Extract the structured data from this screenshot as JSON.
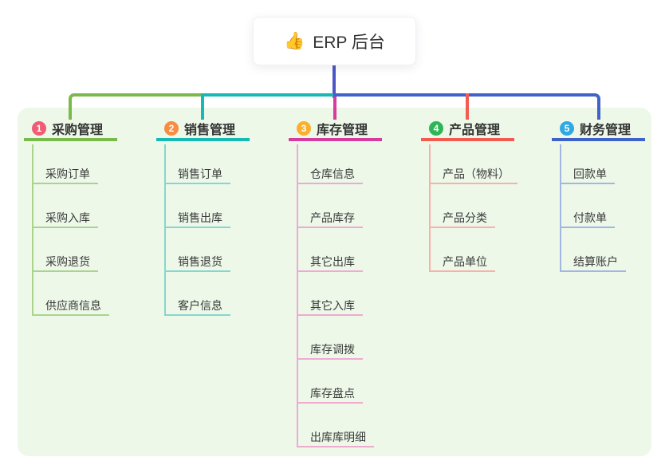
{
  "root": {
    "icon": "👍",
    "title": "ERP 后台"
  },
  "connectors": {
    "root_line_color": "#4c56c8"
  },
  "panel_color": "#edf8e9",
  "branches": [
    {
      "badge": "1",
      "title": "采购管理",
      "accent": "#7ab94c",
      "light": "#a9d48e",
      "badge_color": "#f25b74",
      "children": [
        "采购订单",
        "采购入库",
        "采购退货",
        "供应商信息"
      ]
    },
    {
      "badge": "2",
      "title": "销售管理",
      "accent": "#16b9b3",
      "light": "#84d6d0",
      "badge_color": "#f78c42",
      "children": [
        "销售订单",
        "销售出库",
        "销售退货",
        "客户信息"
      ]
    },
    {
      "badge": "3",
      "title": "库存管理",
      "accent": "#d63c9e",
      "light": "#efaad2",
      "badge_color": "#fbb02d",
      "children": [
        "仓库信息",
        "产品库存",
        "其它出库",
        "其它入库",
        "库存调拨",
        "库存盘点",
        "出库库明细"
      ]
    },
    {
      "badge": "4",
      "title": "产品管理",
      "accent": "#f35b51",
      "light": "#f9b0aa",
      "badge_color": "#2eb656",
      "children": [
        "产品（物料）",
        "产品分类",
        "产品单位"
      ]
    },
    {
      "badge": "5",
      "title": "财务管理",
      "accent": "#3f63c8",
      "light": "#a3b6e2",
      "badge_color": "#2fa9e3",
      "children": [
        "回款单",
        "付款单",
        "结算账户"
      ]
    }
  ]
}
